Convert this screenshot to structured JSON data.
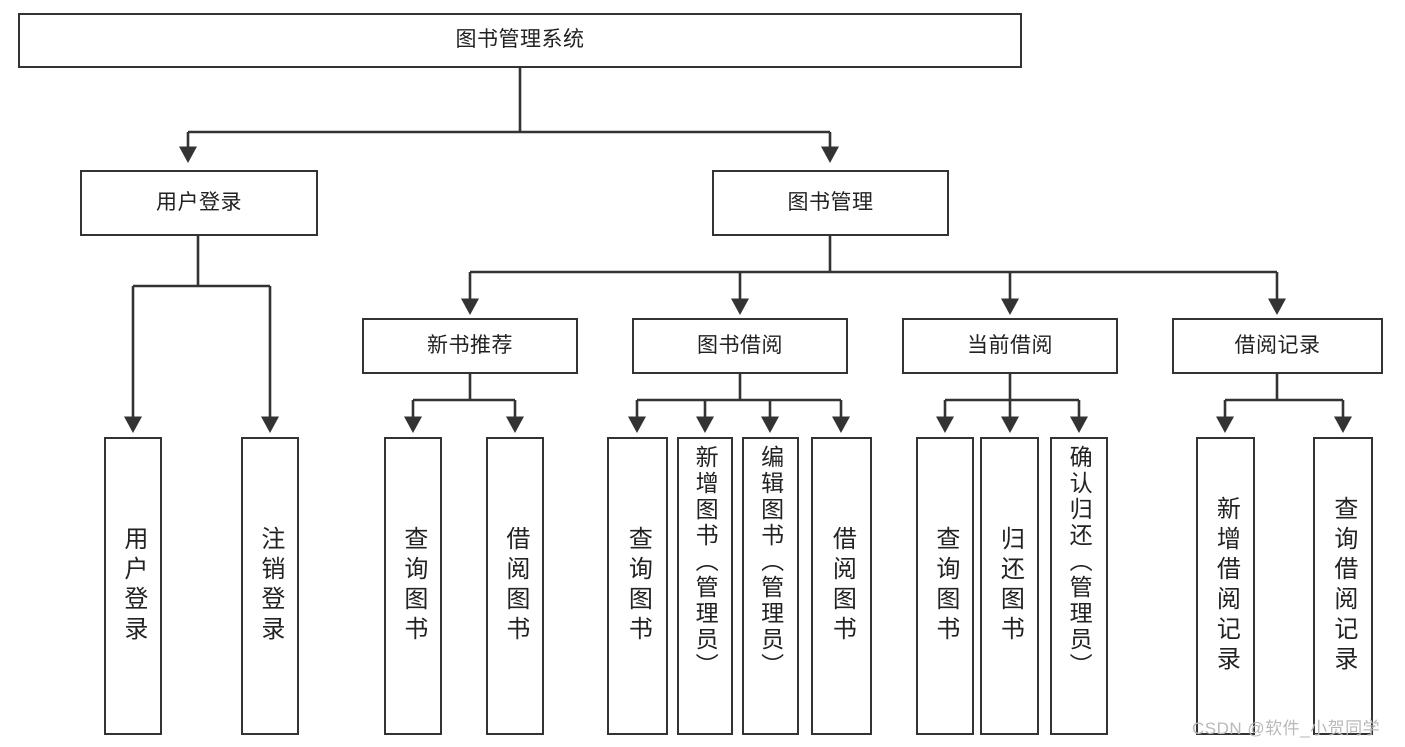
{
  "diagram": {
    "title": "图书管理系统",
    "type": "functional-decomposition-tree",
    "colors": {
      "box_border": "#333333",
      "box_fill": "#ffffff",
      "connector": "#333333",
      "text": "#222222",
      "watermark": "#b9b9b9"
    },
    "root": {
      "label": "图书管理系统"
    },
    "level2": [
      {
        "label": "用户登录"
      },
      {
        "label": "图书管理"
      }
    ],
    "level3": [
      {
        "label": "新书推荐"
      },
      {
        "label": "图书借阅"
      },
      {
        "label": "当前借阅"
      },
      {
        "label": "借阅记录"
      }
    ],
    "leaves": [
      {
        "label": "用户登录",
        "parent": "用户登录"
      },
      {
        "label": "注销登录",
        "parent": "用户登录"
      },
      {
        "label": "查询图书",
        "parent": "新书推荐"
      },
      {
        "label": "借阅图书",
        "parent": "新书推荐"
      },
      {
        "label": "查询图书",
        "parent": "图书借阅"
      },
      {
        "label": "新增图书（管理员）",
        "parent": "图书借阅"
      },
      {
        "label": "编辑图书（管理员）",
        "parent": "图书借阅"
      },
      {
        "label": "借阅图书",
        "parent": "图书借阅"
      },
      {
        "label": "查询图书",
        "parent": "当前借阅"
      },
      {
        "label": "归还图书",
        "parent": "当前借阅"
      },
      {
        "label": "确认归还（管理员）",
        "parent": "当前借阅"
      },
      {
        "label": "新增借阅记录",
        "parent": "借阅记录"
      },
      {
        "label": "查询借阅记录",
        "parent": "借阅记录"
      }
    ],
    "watermark": "CSDN @软件_小贺同学"
  }
}
